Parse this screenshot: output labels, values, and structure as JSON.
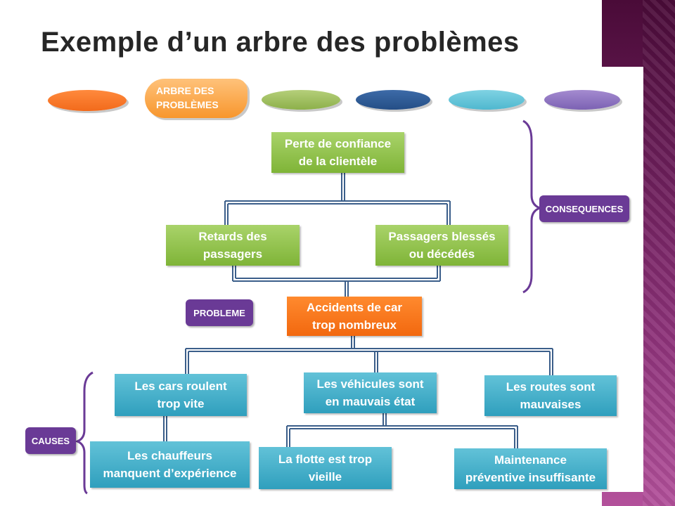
{
  "title": "Exemple d’un arbre des problèmes",
  "header_tab": "ARBRE DES\nPROBLÈMES",
  "labels": {
    "consequences": "CONSEQUENCES",
    "probleme": "PROBLEME",
    "causes": "CAUSES"
  },
  "consequences": {
    "top": "Perte de confiance\nde la clientèle",
    "left": "Retards des\npassagers",
    "right": "Passagers blessés\nou décédés"
  },
  "problem": "Accidents de car\ntrop nombreux",
  "causes": {
    "c1": "Les cars roulent\ntrop vite",
    "c2": "Les véhicules sont\nen mauvais état",
    "c3": "Les routes sont\nmauvaises",
    "c1_sub": "Les chauffeurs\nmanquent d’expérience",
    "c2_sub1": "La flotte est trop\nvieille",
    "c2_sub2": "Maintenance\npréventive insuffisante"
  },
  "colors": {
    "consequence": "#8dbf45",
    "problem": "#f47216",
    "cause": "#3aa8c4",
    "tag": "#6a3a96",
    "side_band": "#7a2468"
  }
}
